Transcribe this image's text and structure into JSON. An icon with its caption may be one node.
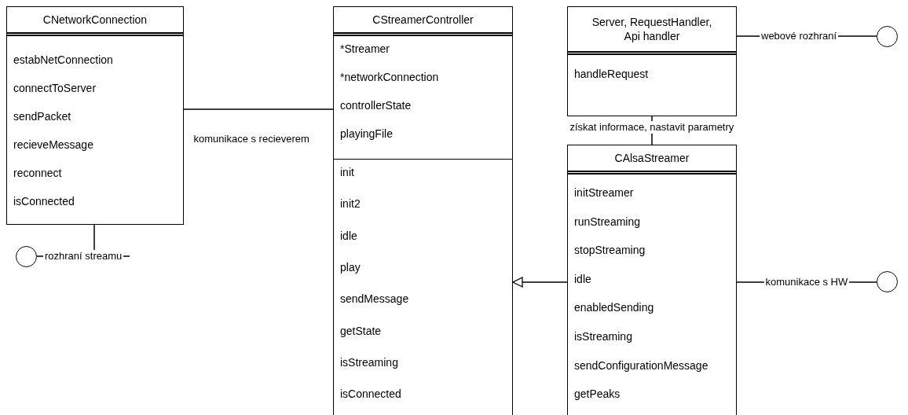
{
  "diagram": {
    "nodes": [
      {
        "text": [
          "CNetworkConnection"
        ]
      },
      {
        "text": [
          "estabNetConnection",
          "connectToServer",
          "sendPacket",
          "recieveMessage",
          "reconnect",
          "isConnected"
        ],
        "in": 0
      },
      {
        "text": [
          "CStreamerController"
        ]
      },
      {
        "text": [
          "*Streamer",
          "*networkConnection",
          "controllerState",
          "playingFile"
        ],
        "in": 2
      },
      {
        "text": [
          "init",
          "init2",
          "idle",
          "play",
          "sendMessage",
          "getState",
          "isStreaming",
          "isConnected"
        ],
        "in": 2
      },
      {
        "text": [
          "Server, RequestHandler, Api handler"
        ]
      },
      {
        "text": [
          "handleRequest"
        ],
        "in": 5
      },
      {
        "text": [
          "CAlsaStreamer"
        ]
      },
      {
        "text": [
          "initStreamer",
          "runStreaming",
          "stopStreaming",
          "idle",
          "enabledSending",
          "isStreaming",
          "sendConfigurationMessage",
          "getPeaks"
        ],
        "in": 7
      },
      {
        "text": [],
        "shape": "circle"
      },
      {
        "text": [],
        "shape": "circle"
      },
      {
        "text": [],
        "shape": "circle"
      }
    ],
    "edges": [
      {
        "from": 0,
        "to": 2,
        "arrow": "none",
        "label": "komunikace s recieverem"
      },
      {
        "from": 5,
        "to": 7,
        "arrow": "none",
        "label": "získat informace, nastavit parametry"
      },
      {
        "from": 7,
        "to": 2,
        "arrow": "to"
      },
      {
        "from": 0,
        "to": 9,
        "arrow": "none",
        "label": "rozhraní streamu"
      },
      {
        "from": 5,
        "to": 10,
        "arrow": "none",
        "label": "webové rozhraní"
      },
      {
        "from": 7,
        "to": 11,
        "arrow": "none",
        "label": "komunikace s HW"
      }
    ]
  }
}
